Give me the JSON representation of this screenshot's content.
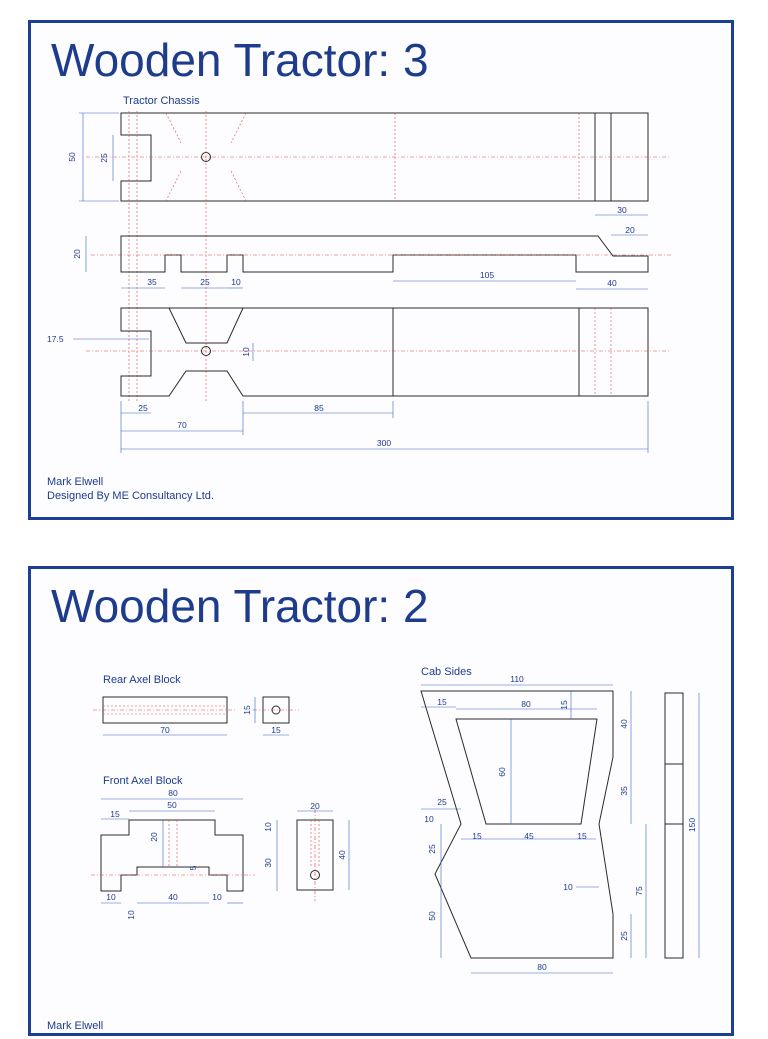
{
  "sheet1": {
    "title": "Wooden Tractor: 3",
    "view_label": "Tractor Chassis",
    "dims": {
      "h50": "50",
      "h25": "25",
      "h20": "20",
      "d17_5": "17.5",
      "d30": "30",
      "d20": "20",
      "d35": "35",
      "d25a": "25",
      "d10a": "10",
      "d105": "105",
      "d40": "40",
      "d10b": "10",
      "d25b": "25",
      "d70": "70",
      "d85": "85",
      "d300": "300"
    },
    "credit_name": "Mark Elwell",
    "credit_company": "Designed By ME Consultancy Ltd."
  },
  "sheet2": {
    "title": "Wooden Tractor: 2",
    "rear_axel_label": "Rear Axel Block",
    "front_axel_label": "Front Axel Block",
    "cab_sides_label": "Cab Sides",
    "rear_dims": {
      "d70": "70",
      "d15a": "15",
      "d15b": "15"
    },
    "front_dims": {
      "d80": "80",
      "d50": "50",
      "d15": "15",
      "d20": "20",
      "d10a": "10",
      "d40": "40",
      "d10b": "10",
      "d5": "5",
      "d10c": "10",
      "d10side": "10",
      "d30": "30",
      "d20end": "20",
      "d40end": "40"
    },
    "cab_dims": {
      "d110": "110",
      "d80top": "80",
      "d15a": "15",
      "d15v": "15",
      "d40": "40",
      "d60": "60",
      "d35": "35",
      "d25a": "25",
      "d10a": "10",
      "d15b": "15",
      "d45": "45",
      "d15c": "15",
      "d25b": "25",
      "d10b": "10",
      "d50": "50",
      "d75": "75",
      "d25c": "25",
      "d150": "150",
      "d80bot": "80"
    },
    "credit_name": "Mark Elwell"
  },
  "colors": {
    "frame": "#1b3f93",
    "ink": "#1e3c8c",
    "centerline": "#e04848",
    "outline": "#2a2a2a"
  }
}
